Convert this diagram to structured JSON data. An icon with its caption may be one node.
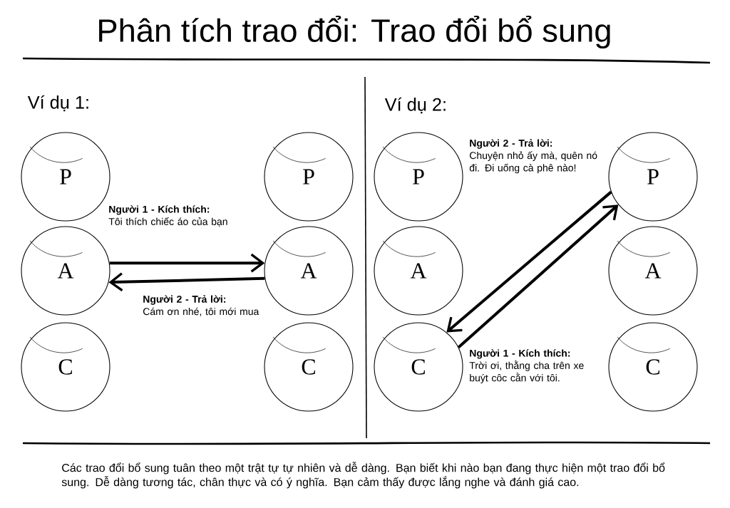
{
  "diagram": {
    "title": "Phân tích trao đổi: Trao đổi bổ sung",
    "nodes": [
      {
        "text": [
          "P"
        ]
      },
      {
        "text": [
          "A"
        ]
      },
      {
        "text": [
          "C"
        ]
      },
      {
        "text": [
          "P"
        ]
      },
      {
        "text": [
          "A"
        ]
      },
      {
        "text": [
          "C"
        ]
      },
      {
        "text": [
          "P"
        ]
      },
      {
        "text": [
          "A"
        ]
      },
      {
        "text": [
          "C"
        ]
      },
      {
        "text": [
          "P"
        ]
      },
      {
        "text": [
          "A"
        ]
      },
      {
        "text": [
          "C"
        ]
      }
    ],
    "edges": [
      {
        "from": 1,
        "to": 4,
        "arrow": "to",
        "label": "**Người 1 - Kích thích:** Tôi thích chiếc áo của bạn"
      },
      {
        "from": 4,
        "to": 1,
        "arrow": "to",
        "label": "**Người 2 - Trả lời:** Cám ơn nhé, tôi mới mua"
      },
      {
        "from": 8,
        "to": 9,
        "arrow": "to",
        "label": "**Người 1 - Kích thích:** Trời ơi, thằng cha trên xe buýt côc cằn với tôi."
      },
      {
        "from": 9,
        "to": 8,
        "arrow": "to",
        "label": "**Người 2 - Trả lời:** Chuyện nhỏ ấy mà, quên nó đi. Đi uống cà phê nào!"
      }
    ],
    "labels": [
      "Ví dụ 1:",
      "Ví dụ 2:"
    ],
    "caption": "Các trao đổi bổ sung tuân theo một trật tự tự nhiên và dễ dàng. Bạn biết khi nào bạn đang thực hiện một trao đổi bổ sung. Dễ dàng tương tác, chân thực và có ý nghĩa. Bạn cảm thấy được lắng nghe và đánh giá cao."
  }
}
